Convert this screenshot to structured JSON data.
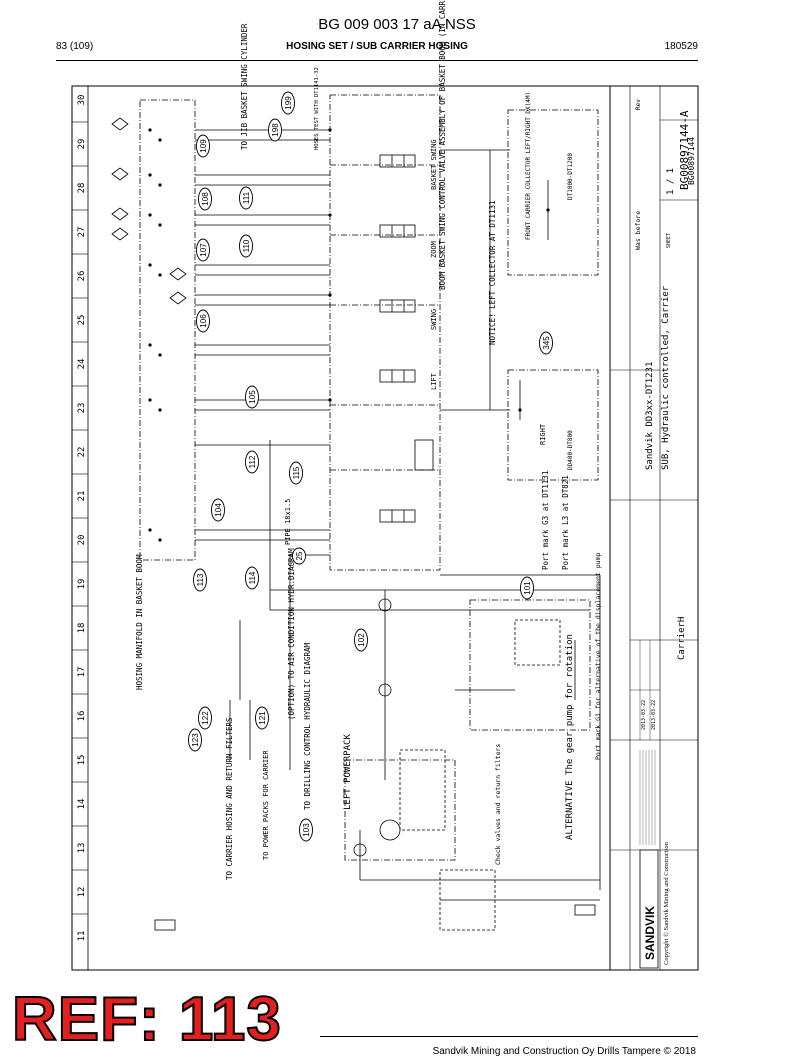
{
  "header": {
    "doc_title": "BG 009 003 17 aA NSS",
    "page": "83 (109)",
    "section": "HOSING SET / SUB CARRIER HOSING",
    "date": "180529"
  },
  "overlay": {
    "ref": "REF: 113"
  },
  "footer": {
    "text": "Sandvik Mining and Construction Oy Drills Tampere © 2018"
  },
  "drawing": {
    "grid_numbers": [
      "30",
      "29",
      "28",
      "27",
      "26",
      "25",
      "24",
      "23",
      "22",
      "21",
      "20",
      "19",
      "18",
      "17",
      "16",
      "15",
      "14",
      "13",
      "12",
      "11"
    ],
    "labels": {
      "to_basket": "TO JIB BASKET SWING CYLINDER",
      "hoses": "HOSES TEST WITH DT1141-32",
      "basket_valve": "BOOM BASKET SWING CONTROL VALVE ASSEMBLY OF BASKET BOOM (IN CARRIER)",
      "notice": "NOTICE! LEFT COLLECTOR AT DT1131",
      "front_collector": "FRONT CARRIER COLLECTOR LEFT/RIGHT DX(4M)",
      "dt_front": "DT1000-DT1200",
      "dt_right": "DD400-DT800",
      "right": "RIGHT",
      "port_g3": "Port mark G3 at DT1131",
      "port_l3": "Port mark L3 at DT821",
      "hosing_manifold": "HOSING MANIFOLD IN BASKET BOOM",
      "option": "(OPTION) TO AIR CONDITION HYDR.DIAGRAM",
      "to_drilling": "TO DRILLING CONTROL HYDRAULIC DIAGRAM",
      "left_powerpack": "LEFT POWERPACK",
      "alternative": "ALTERNATIVE The gear pump for rotation",
      "port_alt": "Port mark G1 for alternative of the displacement pump",
      "to_carrier": "TO CARRIER HOSING AND RETURN FILTERS",
      "to_power": "TO POWER PACKS FOR CARRIER",
      "check_valve": "Check valves and return filters",
      "pipe": "PIPE 18x1.5",
      "swing": "SWING",
      "lift": "LIFT",
      "zoom": "ZOOM",
      "basket_swing": "BASKET SWING"
    },
    "callouts": [
      "198",
      "199",
      "109",
      "108",
      "111",
      "107",
      "110",
      "106",
      "105",
      "112",
      "115",
      "104",
      "25",
      "114",
      "113",
      "101",
      "102",
      "122",
      "123",
      "121",
      "103",
      "345"
    ],
    "title_block": {
      "company": "SANDVIK",
      "copyright": "Copyright © Sandvik Mining and Construction",
      "title_line1": "Sandvik DD3xx-DT1231",
      "title_line2": "SUB, Hydraulic controlled, Carrier",
      "drawing_no": "BG00897144-A",
      "sheet_label": "SHEET",
      "sheet": "1 / 1",
      "doc_no": "BG00897144",
      "name": "CarrierH",
      "was_before": "Was before",
      "rev_label": "Rev",
      "drawn": "2013-03-22",
      "checked": "2013-03-22"
    }
  }
}
